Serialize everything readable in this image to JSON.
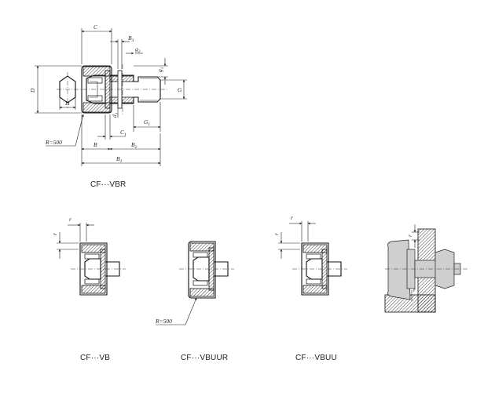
{
  "captions": {
    "vbr": "CF···VBR",
    "vb": "CF···VB",
    "vbuur": "CF···VBUUR",
    "vbuu": "CF···VBUU"
  },
  "dims": {
    "C": "C",
    "B3": "B",
    "B3_sub": "3",
    "g2": "g",
    "g2_sub": "2",
    "g1": "g",
    "g1_sub": "1",
    "G": "G",
    "D": "D",
    "H": "H",
    "d1": "d",
    "d1_sub": "1",
    "G1": "G",
    "G1_sub": "1",
    "C1": "C",
    "C1_sub": "1",
    "B": "B",
    "B2": "B",
    "B2_sub": "2",
    "B1": "B",
    "B1_sub": "1",
    "R500": "R=500",
    "r": "r",
    "r_b": "r",
    "r_c": "r",
    "r2": "r",
    "r2_b": "r",
    "r2_c": "r",
    "R500b": "R=500"
  }
}
